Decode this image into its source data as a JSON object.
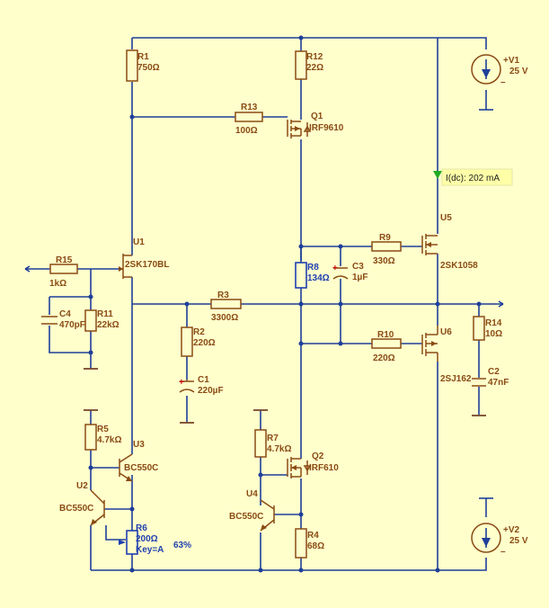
{
  "components": {
    "R1": {
      "ref": "R1",
      "value": "750Ω"
    },
    "R2": {
      "ref": "R2",
      "value": "220Ω"
    },
    "R3": {
      "ref": "R3",
      "value": "3300Ω"
    },
    "R4": {
      "ref": "R4",
      "value": "68Ω"
    },
    "R5": {
      "ref": "R5",
      "value": "4.7kΩ"
    },
    "R6": {
      "ref": "R6",
      "value": "200Ω",
      "key": "Key=A",
      "setting": "63%"
    },
    "R7": {
      "ref": "R7",
      "value": "4.7kΩ"
    },
    "R8": {
      "ref": "R8",
      "value": "134Ω"
    },
    "R9": {
      "ref": "R9",
      "value": "330Ω"
    },
    "R10": {
      "ref": "R10",
      "value": "220Ω"
    },
    "R11": {
      "ref": "R11",
      "value": "22kΩ"
    },
    "R12": {
      "ref": "R12",
      "value": "22Ω"
    },
    "R13": {
      "ref": "R13",
      "value": "100Ω"
    },
    "R14": {
      "ref": "R14",
      "value": "10Ω"
    },
    "R15": {
      "ref": "R15",
      "value": "1kΩ"
    },
    "C1": {
      "ref": "C1",
      "value": "220µF"
    },
    "C2": {
      "ref": "C2",
      "value": "47nF"
    },
    "C3": {
      "ref": "C3",
      "value": "1µF"
    },
    "C4": {
      "ref": "C4",
      "value": "470pF"
    },
    "Q1": {
      "ref": "Q1",
      "value": "IRF9610"
    },
    "Q2": {
      "ref": "Q2",
      "value": "IRF610"
    },
    "U1": {
      "ref": "U1",
      "value": "2SK170BL"
    },
    "U2": {
      "ref": "U2",
      "value": "BC550C"
    },
    "U3": {
      "ref": "U3",
      "value": "BC550C"
    },
    "U4": {
      "ref": "U4",
      "value": "BC550C"
    },
    "U5": {
      "ref": "U5",
      "value": "2SK1058"
    },
    "U6": {
      "ref": "U6",
      "value": "2SJ162"
    },
    "V1": {
      "ref": "+V1",
      "value": "25 V"
    },
    "V2": {
      "ref": "+V2",
      "value": "25 V"
    }
  },
  "polarity": {
    "plus": "+",
    "minus": "–"
  },
  "probe": {
    "label": "I(dc): 202 mA"
  },
  "colors": {
    "background": "#ffffcc",
    "wire": "#1f3f99",
    "component": "#8a4b14",
    "highlight": "#1f3fb0",
    "polarity": "#d01010",
    "probe_marker": "#22aa22"
  }
}
